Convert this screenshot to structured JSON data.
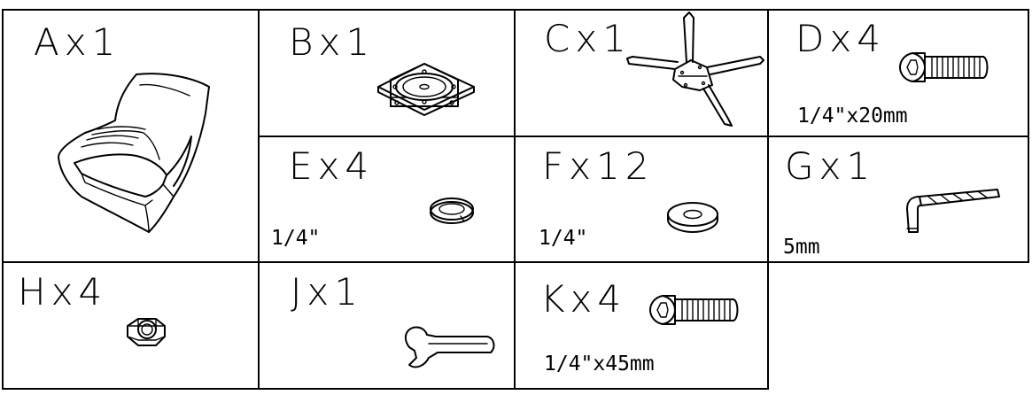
{
  "parts": {
    "A": {
      "label": "Ax1",
      "name": "chair"
    },
    "B": {
      "label": "Bx1",
      "name": "swivel-plate"
    },
    "C": {
      "label": "Cx1",
      "name": "star-base"
    },
    "D": {
      "label": "Dx4",
      "name": "bolt",
      "spec": "1/4\"x20mm"
    },
    "E": {
      "label": "Ex4",
      "name": "spring-washer",
      "spec": "1/4\""
    },
    "F": {
      "label": "Fx12",
      "name": "flat-washer",
      "spec": "1/4\""
    },
    "G": {
      "label": "Gx1",
      "name": "allen-key",
      "spec": "5mm"
    },
    "H": {
      "label": "Hx4",
      "name": "nut"
    },
    "J": {
      "label": "Jx1",
      "name": "wrench"
    },
    "K": {
      "label": "Kx4",
      "name": "bolt",
      "spec": "1/4\"x45mm"
    }
  }
}
